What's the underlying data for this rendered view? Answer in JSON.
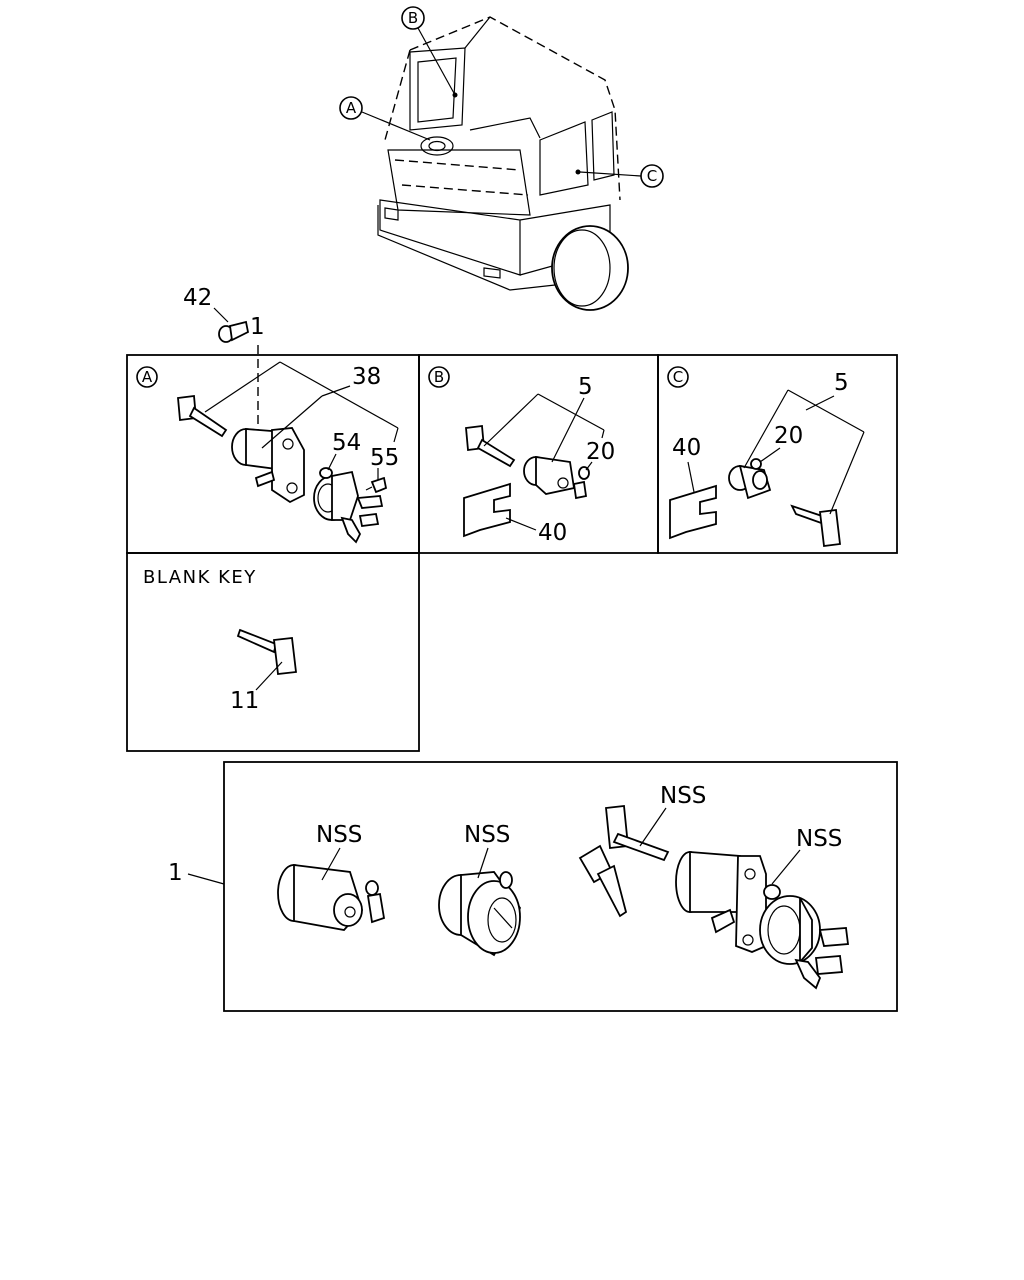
{
  "detail_markers": {
    "a": "A",
    "b": "B",
    "c": "C"
  },
  "part_numbers": {
    "p42": "42",
    "p1_top": "1",
    "p38": "38",
    "p54": "54",
    "p55": "55",
    "p5_b": "5",
    "p20_b": "20",
    "p40_b": "40",
    "p5_c": "5",
    "p20_c": "20",
    "p40_c": "40",
    "p11": "11",
    "p1_set": "1"
  },
  "blank_key_title": "BLANK KEY",
  "nss_labels": [
    "NSS",
    "NSS",
    "NSS",
    "NSS"
  ]
}
